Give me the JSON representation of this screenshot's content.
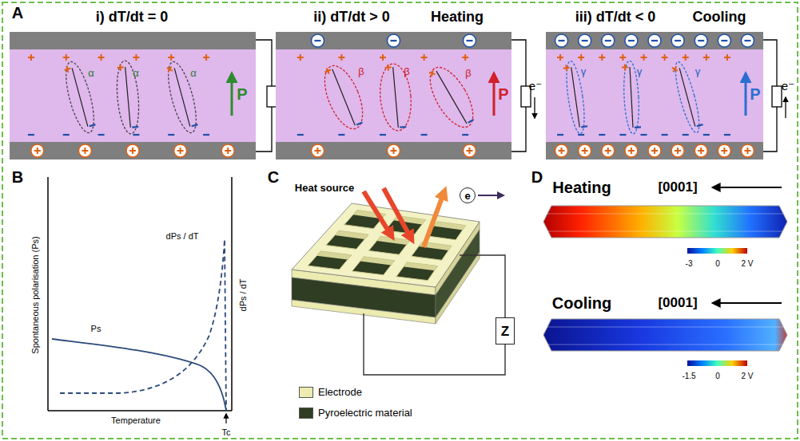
{
  "diagram": {
    "nodes": [
      {
        "text": [
          "e"
        ]
      },
      {
        "text": [
          "Z"
        ]
      }
    ],
    "labels": [
      "A",
      "i) dT/dt = 0",
      "ii) dT/dt > 0",
      "Heating",
      "iii) dT/dt < 0",
      "Cooling",
      "α",
      "α",
      "α",
      "P",
      "β",
      "β",
      "β",
      "P",
      "e⁻",
      "γ",
      "γ",
      "γ",
      "P",
      "e⁻",
      "B",
      "Spontaneous polarisation (Ps)",
      "Ps",
      "dPs / dT",
      "dPs / dT",
      "Temperature",
      "Tc",
      "C",
      "Heat source",
      "D",
      "Heating",
      "[0001]",
      "-3",
      "0",
      "2 V",
      "Cooling",
      "[0001]",
      "-1.5",
      "0",
      "2 V"
    ],
    "legend": [
      {
        "text": "Electrode",
        "color": "#ecebb0"
      },
      {
        "text": "Pyroelectric material",
        "color": "#2f3d23"
      }
    ]
  }
}
